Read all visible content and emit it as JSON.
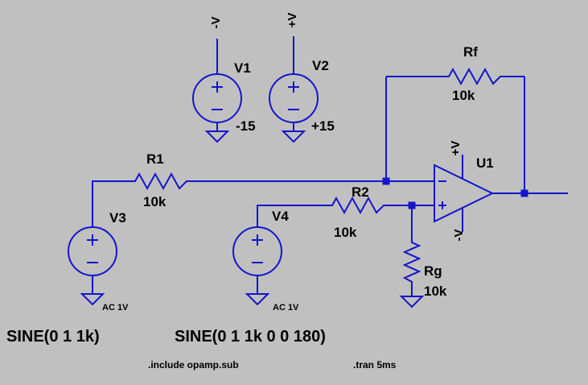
{
  "app": {
    "background_color": "#c0c0c0",
    "wire_color": "#1414cc",
    "text_color": "#000000"
  },
  "sources": {
    "v1": {
      "label": "V1",
      "value": "-15",
      "net": "-V"
    },
    "v2": {
      "label": "V2",
      "value": "+15",
      "net": "+V"
    },
    "v3": {
      "label": "V3",
      "ac": "AC 1V",
      "sine": "SINE(0 1 1k)"
    },
    "v4": {
      "label": "V4",
      "ac": "AC 1V",
      "sine": "SINE(0 1 1k 0 0 180)"
    }
  },
  "resistors": {
    "r1": {
      "label": "R1",
      "value": "10k"
    },
    "r2": {
      "label": "R2",
      "value": "10k"
    },
    "rf": {
      "label": "Rf",
      "value": "10k"
    },
    "rg": {
      "label": "Rg",
      "value": "10k"
    }
  },
  "opamp": {
    "label": "U1",
    "vplus": "+V",
    "vminus": "-V"
  },
  "directives": {
    "include": ".include opamp.sub",
    "tran": ".tran 5ms"
  }
}
